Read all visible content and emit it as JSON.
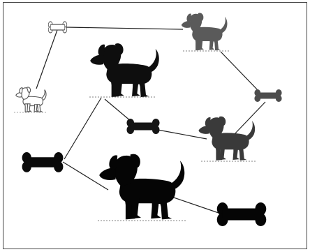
{
  "worksheet": {
    "instructions": "",
    "theme": "dogs-and-bones matching by size and shade"
  },
  "dogs": [
    {
      "id": "dog-white-small",
      "shade": "#ffffff",
      "icon": "dog-icon"
    },
    {
      "id": "dog-gray-top",
      "shade": "#5a5a5a",
      "icon": "dog-icon"
    },
    {
      "id": "dog-black-mid",
      "shade": "#0e0e0e",
      "icon": "dog-icon"
    },
    {
      "id": "dog-dark-gray-right",
      "shade": "#3a3a3a",
      "icon": "dog-icon"
    },
    {
      "id": "dog-black-large",
      "shade": "#050505",
      "icon": "dog-icon"
    }
  ],
  "bones": [
    {
      "id": "bone-white-top",
      "shade": "#ffffff",
      "icon": "bone-icon"
    },
    {
      "id": "bone-gray-right",
      "shade": "#4d4d4d",
      "icon": "bone-icon"
    },
    {
      "id": "bone-black-center",
      "shade": "#151515",
      "icon": "bone-icon"
    },
    {
      "id": "bone-black-left",
      "shade": "#0a0a0a",
      "icon": "bone-icon"
    },
    {
      "id": "bone-black-bottom",
      "shade": "#050505",
      "icon": "bone-icon"
    }
  ],
  "connections": [
    [
      "bone-white-top",
      "dog-gray-top"
    ],
    [
      "bone-white-top",
      "dog-white-small"
    ],
    [
      "dog-gray-top",
      "bone-gray-right"
    ],
    [
      "bone-gray-right",
      "dog-dark-gray-right"
    ],
    [
      "dog-black-mid",
      "bone-black-center"
    ],
    [
      "bone-black-center",
      "dog-dark-gray-right"
    ],
    [
      "dog-black-mid",
      "bone-black-left"
    ],
    [
      "bone-black-left",
      "dog-black-large"
    ],
    [
      "dog-black-large",
      "bone-black-bottom"
    ]
  ]
}
